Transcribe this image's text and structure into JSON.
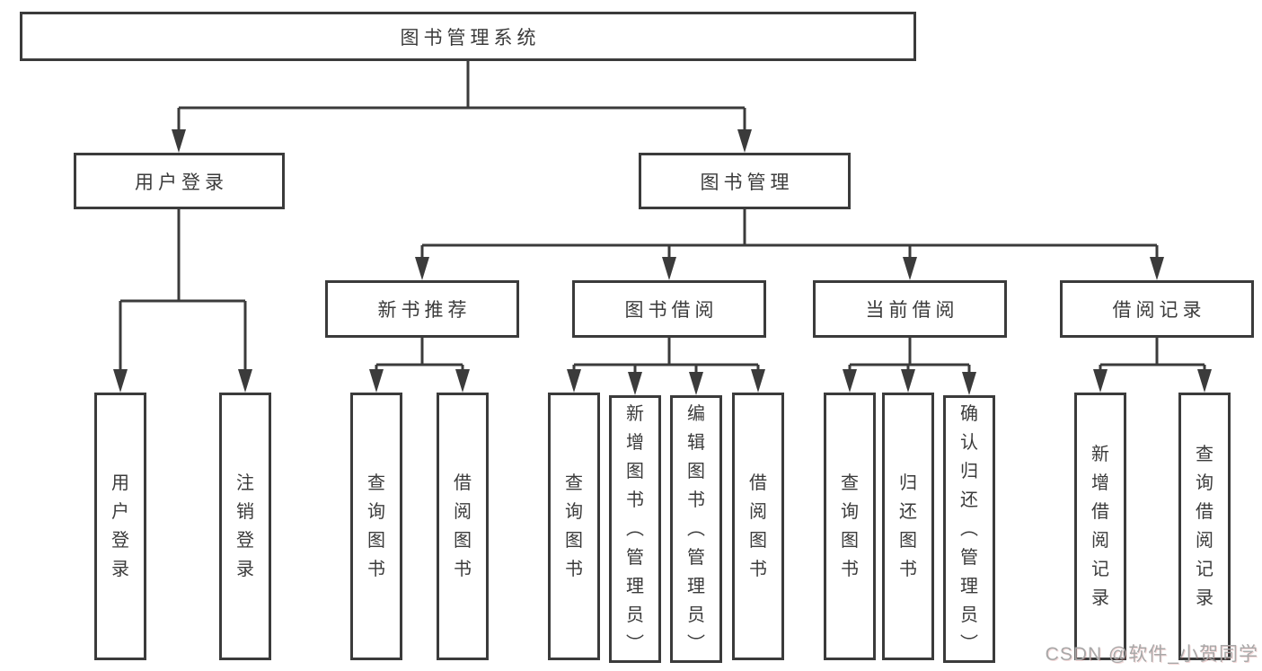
{
  "colors": {
    "line": "#3b3b3b",
    "text": "#3b3b3b",
    "background": "#ffffff",
    "watermark": "#a8a8a8"
  },
  "watermark": {
    "text": "CSDN @软件_小贺同学"
  },
  "tree": {
    "root": {
      "label": "图书管理系统"
    },
    "branches": [
      {
        "label": "用户登录",
        "children": [
          {
            "label": "用户登录"
          },
          {
            "label": "注销登录"
          }
        ]
      },
      {
        "label": "图书管理",
        "children": [
          {
            "label": "新书推荐",
            "children": [
              {
                "label": "查询图书"
              },
              {
                "label": "借阅图书"
              }
            ]
          },
          {
            "label": "图书借阅",
            "children": [
              {
                "label": "查询图书"
              },
              {
                "label": "新增图书（管理员）"
              },
              {
                "label": "编辑图书（管理员）"
              },
              {
                "label": "借阅图书"
              }
            ]
          },
          {
            "label": "当前借阅",
            "children": [
              {
                "label": "查询图书"
              },
              {
                "label": "归还图书"
              },
              {
                "label": "确认归还（管理员）"
              }
            ]
          },
          {
            "label": "借阅记录",
            "children": [
              {
                "label": "新增借阅记录"
              },
              {
                "label": "查询借阅记录"
              }
            ]
          }
        ]
      }
    ]
  }
}
